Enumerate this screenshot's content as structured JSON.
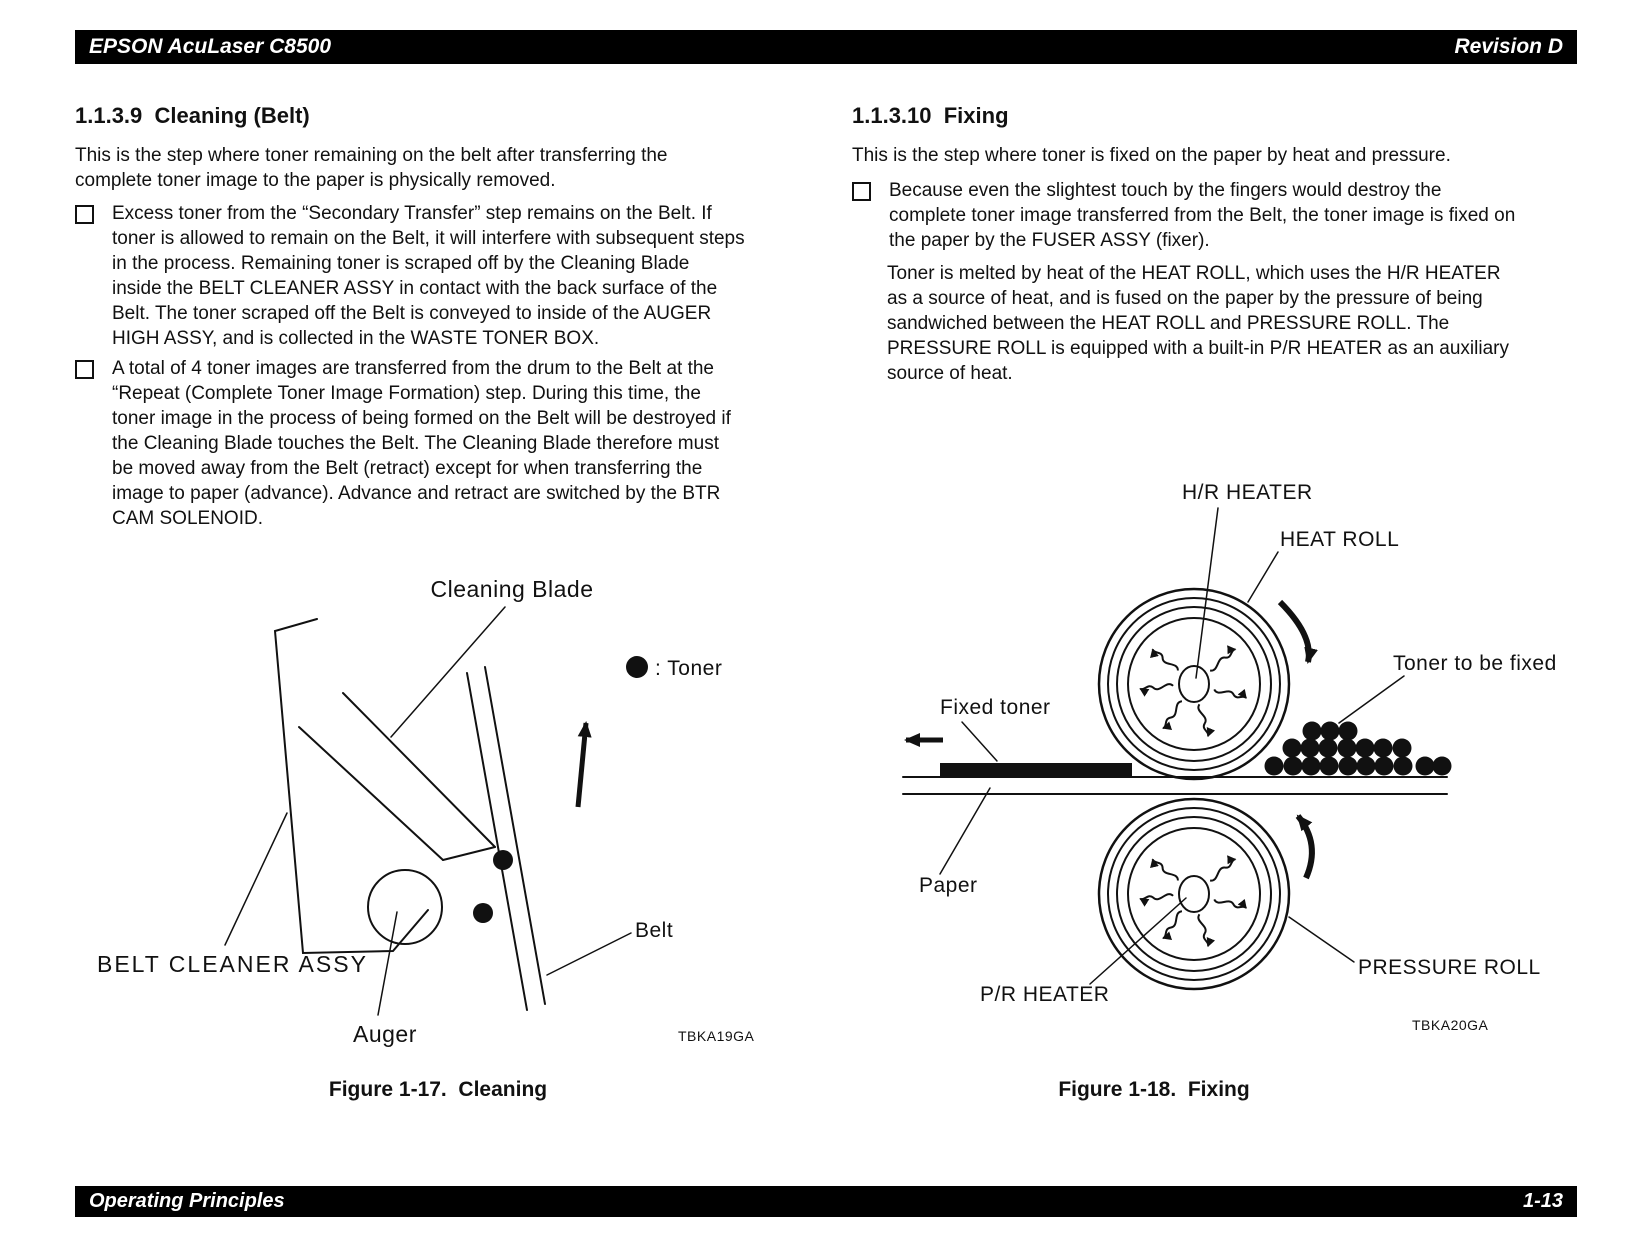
{
  "header": {
    "product": "EPSON AcuLaser C8500",
    "revision": "Revision D"
  },
  "footer": {
    "section": "Operating Principles",
    "page_number": "1-13"
  },
  "cleaning": {
    "heading": "1.1.3.9  Cleaning (Belt)",
    "intro": "This is the step where toner remaining on the belt after transferring the\ncomplete toner image to the paper is physically removed.",
    "bullet1": "Excess toner from the “Secondary Transfer” step remains on the Belt. If\ntoner is allowed to remain on the Belt, it will interfere with subsequent steps\nin the process. Remaining toner is scraped off by the Cleaning Blade\ninside the BELT CLEANER ASSY in contact with the back surface of the\nBelt. The toner scraped off the Belt is conveyed to inside of the AUGER\nHIGH ASSY, and is collected in the WASTE TONER BOX.",
    "bullet2": "A total of 4 toner images are transferred from the drum to the Belt at the\n“Repeat (Complete Toner Image Formation) step. During this time, the\ntoner image in the process of being formed on the Belt will be destroyed if\nthe Cleaning Blade touches the Belt. The Cleaning Blade therefore must\nbe moved away from the Belt (retract) except for when transferring the\nimage to paper (advance). Advance and retract are switched by the BTR\nCAM SOLENOID.",
    "figure": {
      "labels": {
        "cleaning_blade": "Cleaning Blade",
        "toner_legend": ": Toner",
        "belt_cleaner_assy": "BELT  CLEANER  ASSY",
        "auger": "Auger",
        "belt": "Belt"
      },
      "code": "TBKA19GA",
      "caption": "Figure 1-17.  Cleaning"
    }
  },
  "fixing": {
    "heading": "1.1.3.10  Fixing",
    "intro": "This is the step where toner is fixed on the paper by heat and pressure.",
    "bullet1": "Because even the slightest touch by the fingers would destroy the\ncomplete toner image transferred from the Belt, the toner image is fixed on\nthe paper by the FUSER ASSY (fixer).",
    "paragraph": "Toner is melted by heat of the HEAT ROLL, which uses the H/R HEATER\nas a source of heat, and is fused on the paper by the pressure of being\nsandwiched between the HEAT ROLL and PRESSURE ROLL. The\nPRESSURE ROLL is equipped with a built-in P/R HEATER as an auxiliary\nsource of heat.",
    "figure": {
      "labels": {
        "hr_heater": "H/R HEATER",
        "heat_roll": "HEAT ROLL",
        "toner_to_be_fixed": "Toner to be fixed",
        "fixed_toner": "Fixed toner",
        "paper": "Paper",
        "pr_heater": "P/R HEATER",
        "pressure_roll": "PRESSURE ROLL"
      },
      "code": "TBKA20GA",
      "caption": "Figure 1-18.  Fixing"
    }
  },
  "colors": {
    "ink": "#111111",
    "background": "#ffffff"
  }
}
